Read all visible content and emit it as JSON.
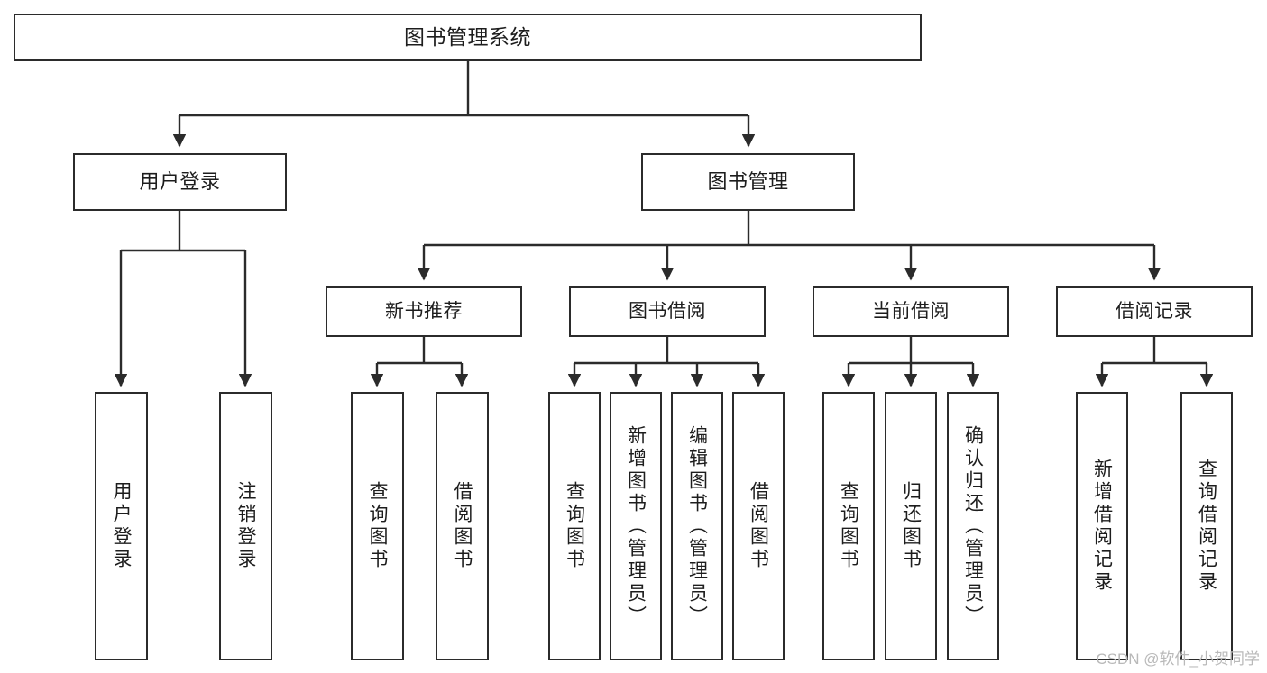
{
  "diagram": {
    "type": "tree-hierarchy-chart",
    "title": "图书管理系统",
    "colors": {
      "background": "#ffffff",
      "box_border": "#2b2b2b",
      "box_fill": "#ffffff",
      "connector": "#2b2b2b",
      "text": "#1d1d1d",
      "watermark": "#b9b9b9"
    },
    "root": {
      "label": "图书管理系统"
    },
    "level2": [
      {
        "label": "用户登录"
      },
      {
        "label": "图书管理"
      }
    ],
    "level3": [
      {
        "label": "新书推荐"
      },
      {
        "label": "图书借阅"
      },
      {
        "label": "当前借阅"
      },
      {
        "label": "借阅记录"
      }
    ],
    "leaves": {
      "user_login": [
        {
          "label": "用户登录"
        },
        {
          "label": "注销登录"
        }
      ],
      "new_book_recommend": [
        {
          "label": "查询图书"
        },
        {
          "label": "借阅图书"
        }
      ],
      "book_borrow": [
        {
          "label": "查询图书"
        },
        {
          "label": "新增图书（管理员）"
        },
        {
          "label": "编辑图书（管理员）"
        },
        {
          "label": "借阅图书"
        }
      ],
      "current_borrow": [
        {
          "label": "查询图书"
        },
        {
          "label": "归还图书"
        },
        {
          "label": "确认归还（管理员）"
        }
      ],
      "borrow_record": [
        {
          "label": "新增借阅记录"
        },
        {
          "label": "查询借阅记录"
        }
      ]
    }
  },
  "watermark": {
    "text": "CSDN @软件_小贺同学"
  }
}
